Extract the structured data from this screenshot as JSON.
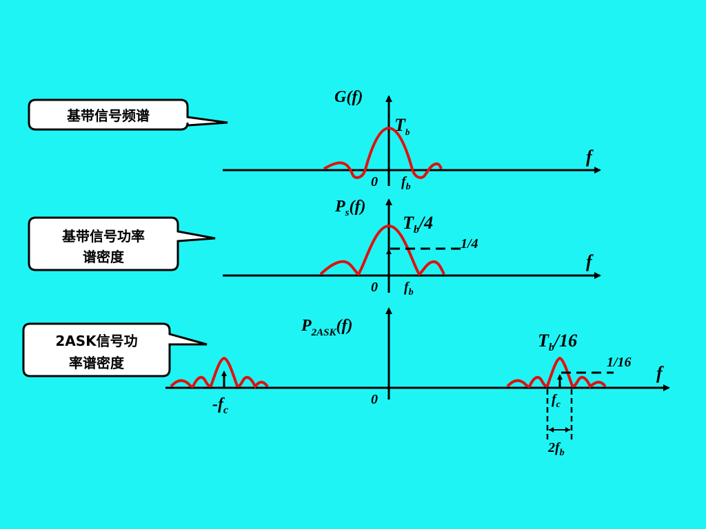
{
  "callouts": [
    {
      "lines": [
        "基带信号频谱"
      ]
    },
    {
      "lines": [
        "基带信号功率",
        "谱密度"
      ]
    },
    {
      "lines": [
        "2ASK信号功",
        "率谱密度"
      ]
    }
  ],
  "plot1": {
    "y_label": "G",
    "y_arg": "(f)",
    "peak_label": "T",
    "peak_sub": "b",
    "x_label": "f",
    "origin": "0",
    "fb_label": "f",
    "fb_sub": "b"
  },
  "plot2": {
    "y_label": "P",
    "y_sub": "s",
    "y_arg": "(f)",
    "peak_label": "T",
    "peak_sub": "b",
    "peak_suffix": "/4",
    "discrete_label": "1/4",
    "x_label": "f",
    "origin": "0",
    "fb_label": "f",
    "fb_sub": "b"
  },
  "plot3": {
    "y_label": "P",
    "y_sub": "2ASK",
    "y_arg": "(f)",
    "peak_label": "T",
    "peak_sub": "b",
    "peak_suffix": "/16",
    "discrete_label": "1/16",
    "x_label": "f",
    "origin": "0",
    "neg_fc_label": "-f",
    "neg_fc_sub": "c",
    "fc_label": "f",
    "fc_sub": "c",
    "bw_label": "2f",
    "bw_sub": "b"
  },
  "colors": {
    "background": "#1FF4F4",
    "curve": "#E01010",
    "axis": "#000000",
    "callout_fill": "#FFFFFF"
  }
}
